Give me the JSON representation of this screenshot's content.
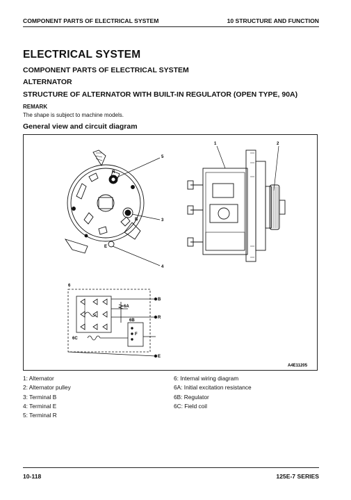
{
  "header": {
    "left": "COMPONENT PARTS OF ELECTRICAL SYSTEM",
    "right": "10 STRUCTURE AND FUNCTION"
  },
  "titles": {
    "main": "ELECTRICAL SYSTEM",
    "sub1": "COMPONENT PARTS OF ELECTRICAL SYSTEM",
    "sub2": "ALTERNATOR",
    "sub3": "STRUCTURE OF ALTERNATOR WITH BUILT-IN REGULATOR (OPEN TYPE, 90A)"
  },
  "remark": {
    "label": "REMARK",
    "text": "The shape is subject to machine models."
  },
  "section": "General view and circuit diagram",
  "figure": {
    "code": "A4E11205",
    "callouts": [
      "1",
      "2",
      "3",
      "4",
      "5",
      "6",
      "6A",
      "6B",
      "6C"
    ],
    "terminals": [
      "B",
      "R",
      "E",
      "F"
    ]
  },
  "legend_left": [
    "1: Alternator",
    "2: Alternator pulley",
    "3: Terminal B",
    "4: Terminal E",
    "5: Terminal R"
  ],
  "legend_right": [
    "6: Internal wiring diagram",
    "6A: Initial excitation resistance",
    "6B: Regulator",
    "6C: Field coil"
  ],
  "footer": {
    "left": "10-118",
    "right": "125E-7 SERIES"
  }
}
